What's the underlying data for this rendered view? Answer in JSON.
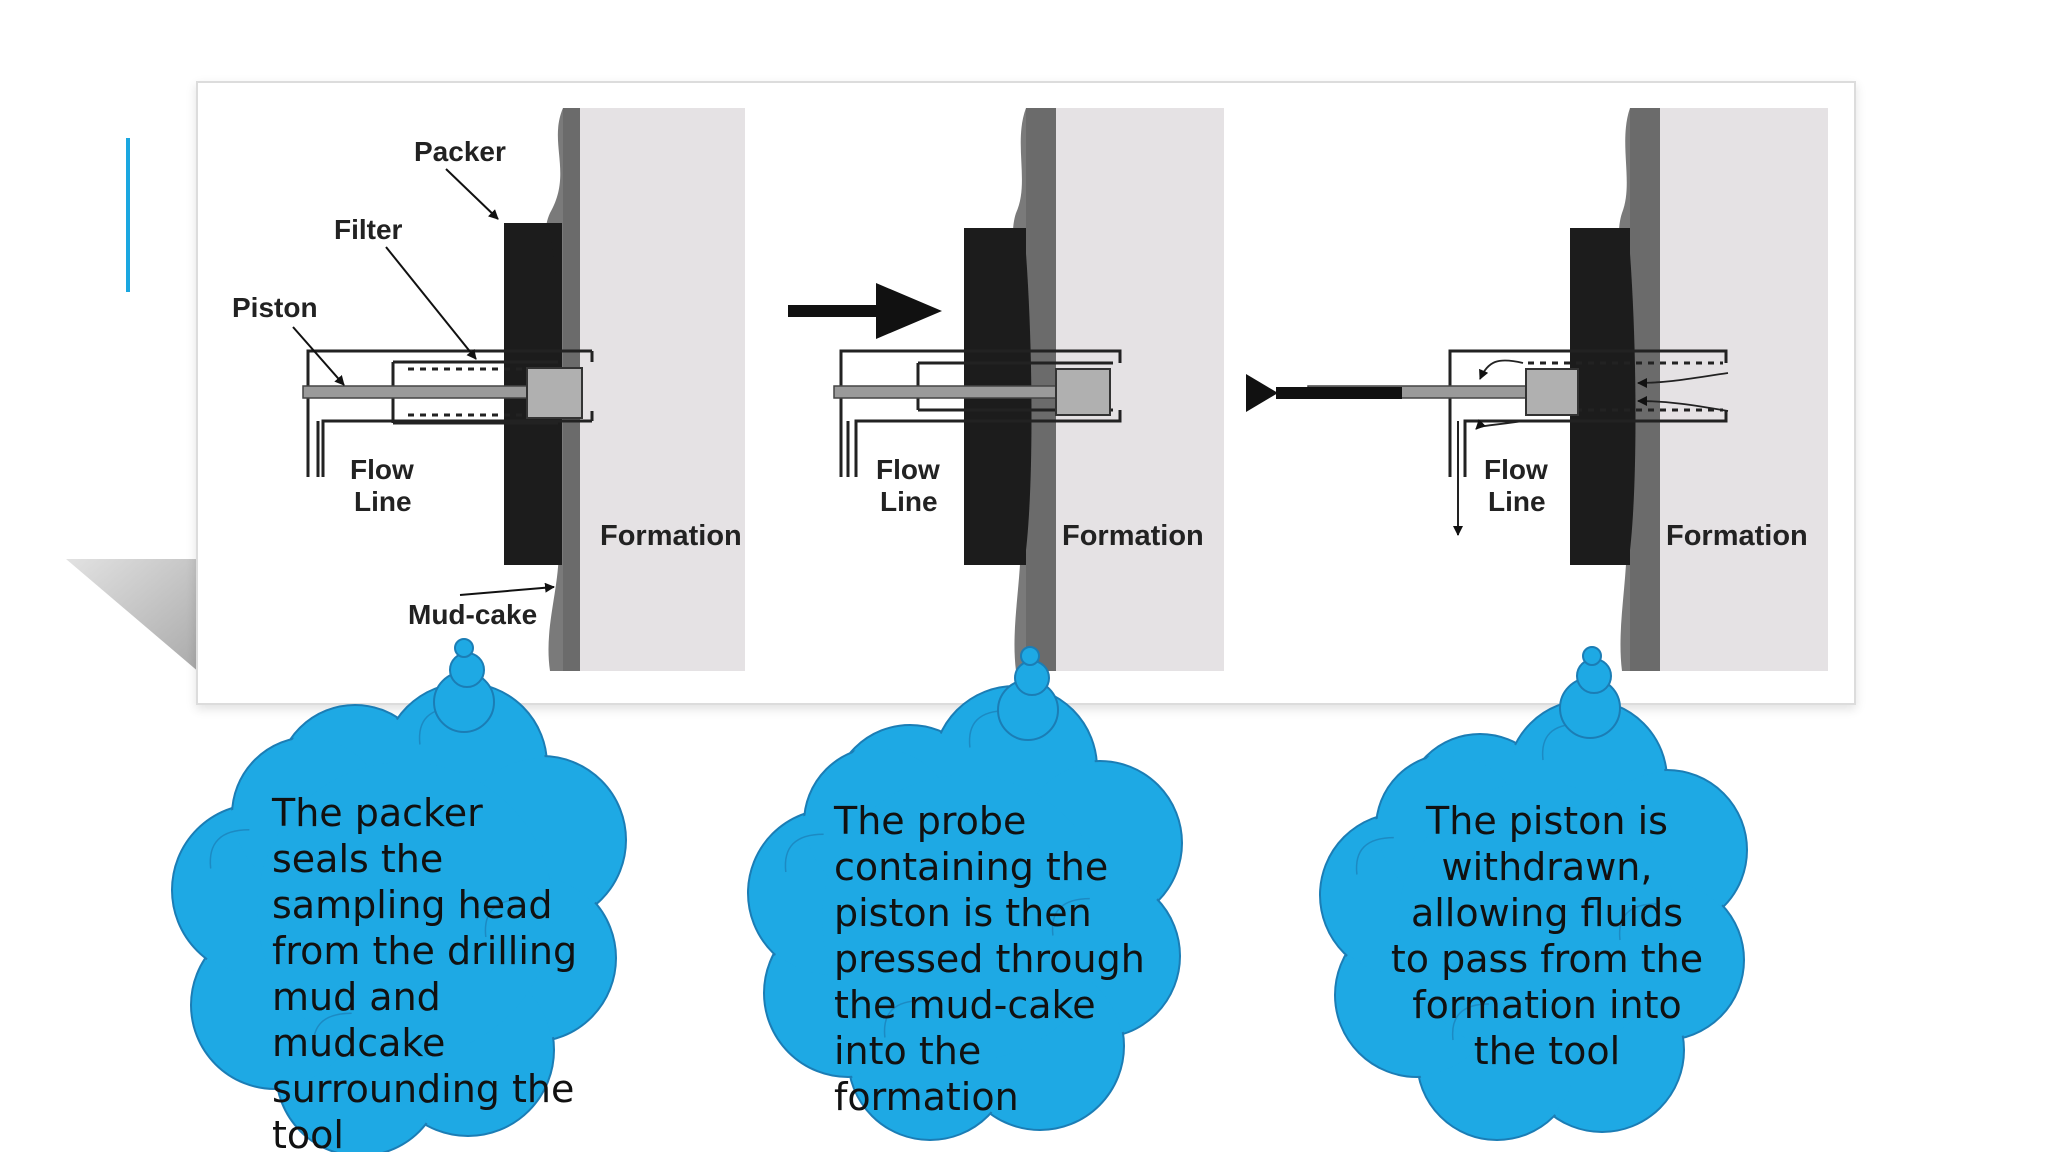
{
  "slide": {
    "accent_color": "#1ba7e0",
    "bubble_fill": "#1ea9e4",
    "bubble_stroke": "#1b7db5"
  },
  "figure": {
    "panel1": {
      "packer": "Packer",
      "filter": "Filter",
      "piston": "Piston",
      "flow_line": "Flow\nLine",
      "formation": "Formation",
      "mud_cake": "Mud-cake"
    },
    "panel2": {
      "flow_line": "Flow\nLine",
      "formation": "Formation",
      "arrow_direction": "right"
    },
    "panel3": {
      "flow_line": "Flow\nLine",
      "formation": "Formation",
      "arrow_direction": "left"
    }
  },
  "bubbles": [
    {
      "text": "The packer\nseals the\nsampling head\nfrom the drilling\nmud and\nmudcake\nsurrounding the\ntool",
      "align": "left"
    },
    {
      "text": "The probe\ncontaining the\npiston is then\npressed through\nthe mud-cake\ninto the\nformation",
      "align": "left"
    },
    {
      "text": "The piston is\nwithdrawn,\nallowing fluids\nto pass from the\nformation into\nthe tool",
      "align": "center"
    }
  ]
}
